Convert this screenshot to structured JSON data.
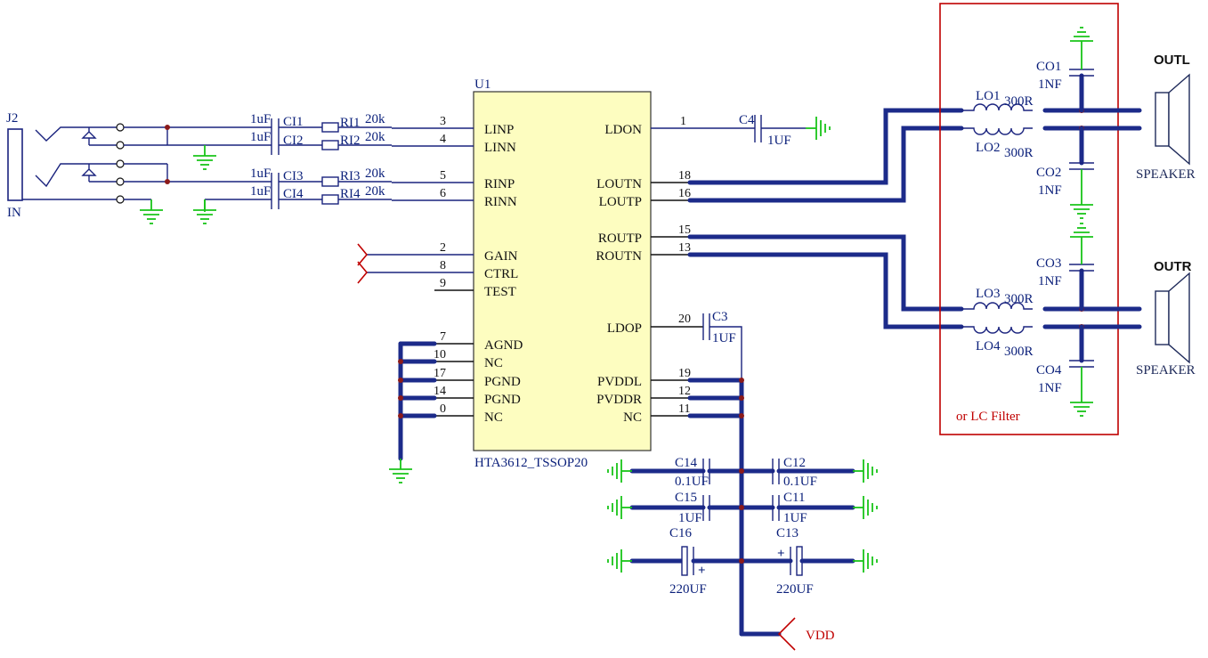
{
  "ic": {
    "ref": "U1",
    "part": "HTA3612_TSSOP20",
    "left_pins": [
      {
        "num": "3",
        "name": "LINP"
      },
      {
        "num": "4",
        "name": "LINN"
      },
      {
        "num": "5",
        "name": "RINP"
      },
      {
        "num": "6",
        "name": "RINN"
      },
      {
        "num": "2",
        "name": "GAIN"
      },
      {
        "num": "8",
        "name": "CTRL"
      },
      {
        "num": "9",
        "name": "TEST"
      },
      {
        "num": "7",
        "name": "AGND"
      },
      {
        "num": "10",
        "name": "NC"
      },
      {
        "num": "17",
        "name": "PGND"
      },
      {
        "num": "14",
        "name": "PGND"
      },
      {
        "num": "0",
        "name": "NC"
      }
    ],
    "right_pins": [
      {
        "num": "1",
        "name": "LDON"
      },
      {
        "num": "18",
        "name": "LOUTN"
      },
      {
        "num": "16",
        "name": "LOUTP"
      },
      {
        "num": "15",
        "name": "ROUTP"
      },
      {
        "num": "13",
        "name": "ROUTN"
      },
      {
        "num": "20",
        "name": "LDOP"
      },
      {
        "num": "19",
        "name": "PVDDL"
      },
      {
        "num": "12",
        "name": "PVDDR"
      },
      {
        "num": "11",
        "name": "NC"
      }
    ]
  },
  "jack": {
    "ref": "J2",
    "label": "IN"
  },
  "input_caps": [
    {
      "ref": "CI1",
      "value": "1uF"
    },
    {
      "ref": "CI2",
      "value": "1uF"
    },
    {
      "ref": "CI3",
      "value": "1uF"
    },
    {
      "ref": "CI4",
      "value": "1uF"
    }
  ],
  "input_resistors": [
    {
      "ref": "RI1",
      "value": "20k"
    },
    {
      "ref": "RI2",
      "value": "20k"
    },
    {
      "ref": "RI3",
      "value": "20k"
    },
    {
      "ref": "RI4",
      "value": "20k"
    }
  ],
  "c4": {
    "ref": "C4",
    "value": "1UF"
  },
  "c3": {
    "ref": "C3",
    "value": "1UF"
  },
  "supply_caps": [
    {
      "ref": "C14",
      "value": "0.1UF"
    },
    {
      "ref": "C12",
      "value": "0.1UF"
    },
    {
      "ref": "C15",
      "value": "1UF"
    },
    {
      "ref": "C11",
      "value": "1UF"
    },
    {
      "ref": "C16",
      "value": "220UF"
    },
    {
      "ref": "C13",
      "value": "220UF"
    }
  ],
  "vdd_label": "VDD",
  "filter": {
    "note": "or LC Filter",
    "inductors": [
      {
        "ref": "LO1",
        "value": "300R"
      },
      {
        "ref": "LO2",
        "value": "300R"
      },
      {
        "ref": "LO3",
        "value": "300R"
      },
      {
        "ref": "LO4",
        "value": "300R"
      }
    ],
    "caps": [
      {
        "ref": "CO1",
        "value": "1NF"
      },
      {
        "ref": "CO2",
        "value": "1NF"
      },
      {
        "ref": "CO3",
        "value": "1NF"
      },
      {
        "ref": "CO4",
        "value": "1NF"
      }
    ]
  },
  "outputs": [
    {
      "title": "OUTL",
      "label": "SPEAKER"
    },
    {
      "title": "OUTR",
      "label": "SPEAKER"
    }
  ],
  "colors": {
    "ic_fill": "#fdfdc0",
    "wire": "#1a237e",
    "bus": "#1c2b8a",
    "ground": "#19c419",
    "filter_box": "#c00000",
    "junction": "#8b1a1a"
  }
}
